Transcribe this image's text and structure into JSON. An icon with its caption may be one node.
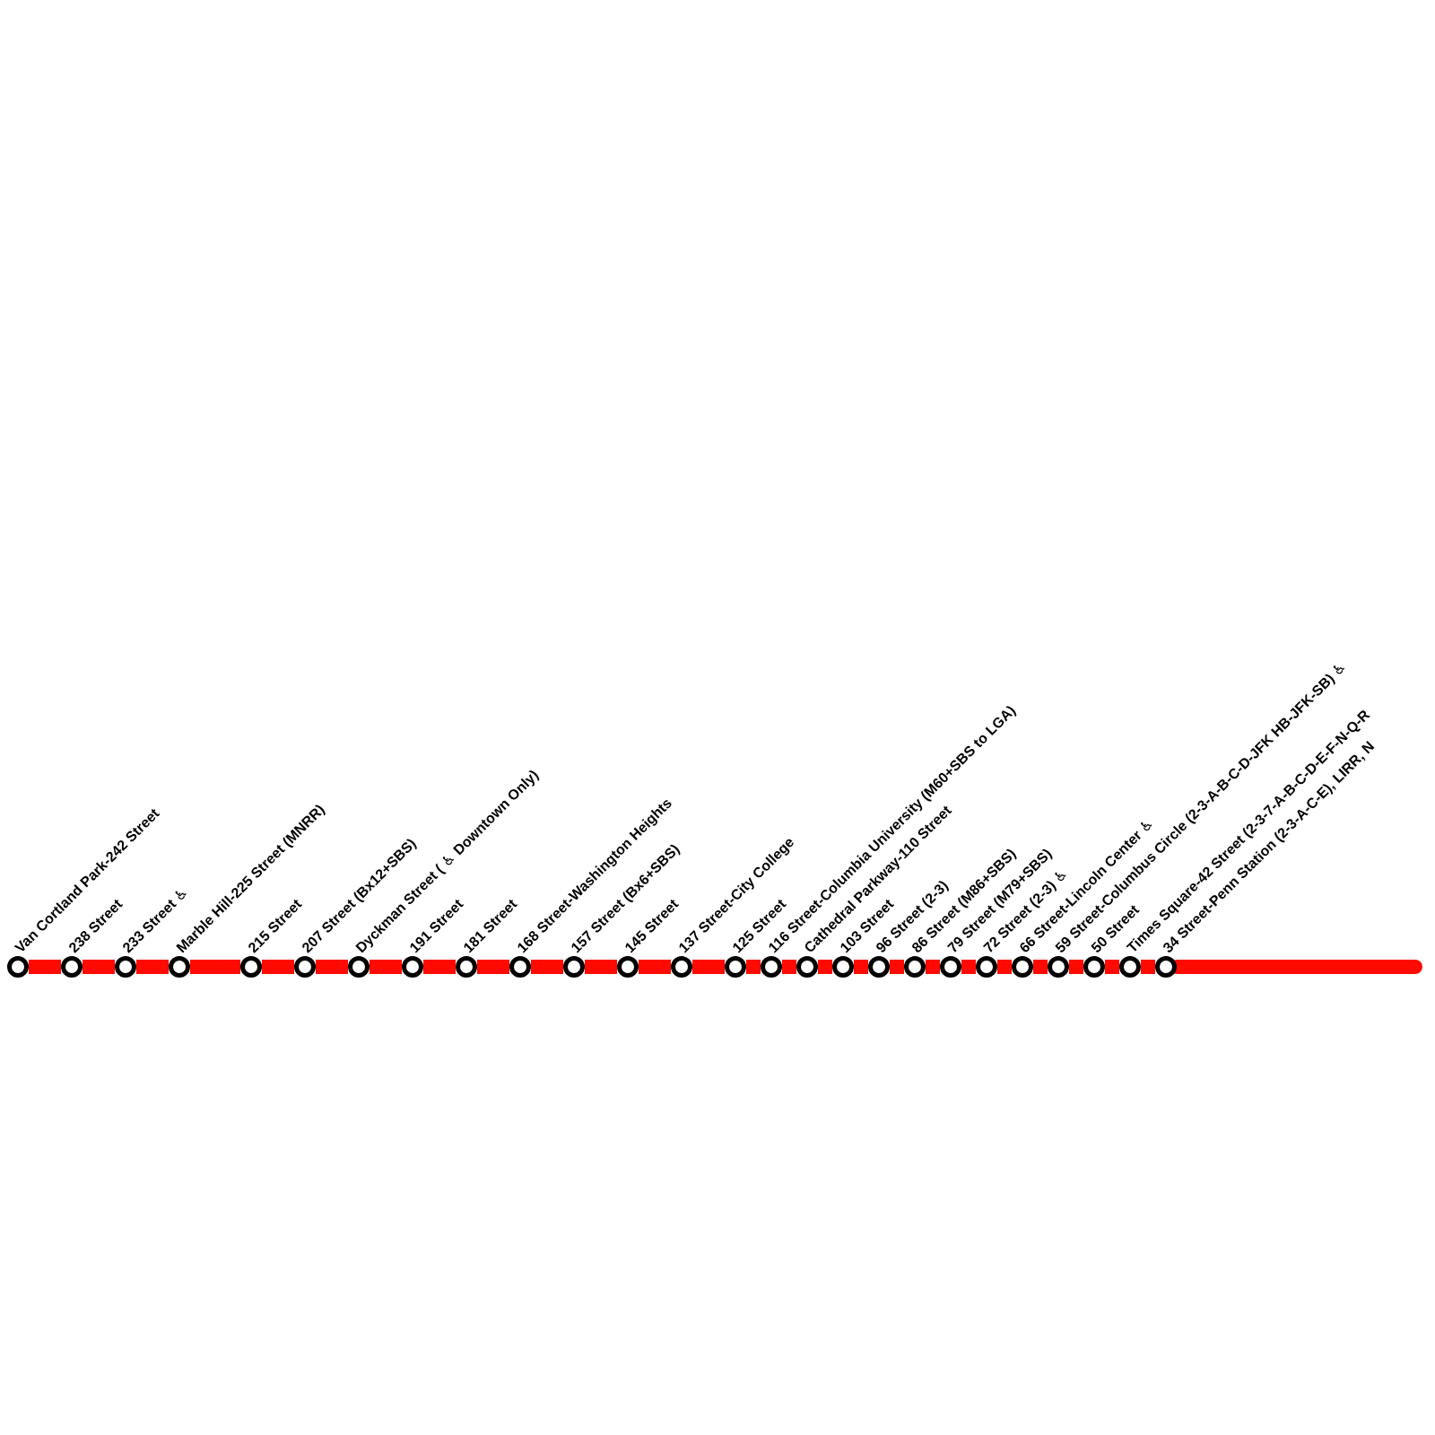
{
  "diagram": {
    "nodes": [
      {
        "text": [],
        "shape": "circle",
        "beside": [
          "Van Cortland Park-242 Street"
        ]
      },
      {
        "text": [],
        "shape": "circle",
        "beside": [
          "238 Street"
        ]
      },
      {
        "text": [],
        "shape": "circle",
        "beside": [
          "233 Street ♿"
        ]
      },
      {
        "text": [],
        "shape": "circle",
        "beside": [
          "Marble Hill-225 Street (MNRR)"
        ]
      },
      {
        "text": [],
        "shape": "circle",
        "beside": [
          "215 Street"
        ]
      },
      {
        "text": [],
        "shape": "circle",
        "beside": [
          "207 Street (Bx12+SBS)"
        ]
      },
      {
        "text": [],
        "shape": "circle",
        "beside": [
          "Dyckman Street ( ♿ Downtown Only)"
        ]
      },
      {
        "text": [],
        "shape": "circle",
        "beside": [
          "191 Street"
        ]
      },
      {
        "text": [],
        "shape": "circle",
        "beside": [
          "181 Street"
        ]
      },
      {
        "text": [],
        "shape": "circle",
        "beside": [
          "168 Street-Washington Heights"
        ]
      },
      {
        "text": [],
        "shape": "circle",
        "beside": [
          "157 Street (Bx6+SBS)"
        ]
      },
      {
        "text": [],
        "shape": "circle",
        "beside": [
          "145 Street"
        ]
      },
      {
        "text": [],
        "shape": "circle",
        "beside": [
          "137 Street-City College"
        ]
      },
      {
        "text": [],
        "shape": "circle",
        "beside": [
          "125 Street"
        ]
      },
      {
        "text": [],
        "shape": "circle",
        "beside": [
          "116 Street-Columbia University (M60+SBS to LGA)"
        ]
      },
      {
        "text": [],
        "shape": "circle",
        "beside": [
          "Cathedral Parkway-110 Street"
        ]
      },
      {
        "text": [],
        "shape": "circle",
        "beside": [
          "103 Street"
        ]
      },
      {
        "text": [],
        "shape": "circle",
        "beside": [
          "96 Street (2-3)"
        ]
      },
      {
        "text": [],
        "shape": "circle",
        "beside": [
          "86 Street (M86+SBS)"
        ]
      },
      {
        "text": [],
        "shape": "circle",
        "beside": [
          "79 Street (M79+SBS)"
        ]
      },
      {
        "text": [],
        "shape": "circle",
        "beside": [
          "72 Street (2-3) ♿"
        ]
      },
      {
        "text": [],
        "shape": "circle",
        "beside": [
          "66 Street-Lincoln Center ♿"
        ]
      },
      {
        "text": [],
        "shape": "circle",
        "beside": [
          "59 Street-Columbus Circle (2-3-A-B-C-D-JFK HB-JFK-SB) ♿"
        ]
      },
      {
        "text": [],
        "shape": "circle",
        "beside": [
          "50 Street"
        ]
      },
      {
        "text": [],
        "shape": "circle",
        "beside": [
          "Times Square-42 Street (2-3-7-A-B-C-D-E-F-N-Q-R"
        ]
      },
      {
        "text": [],
        "shape": "circle",
        "beside": [
          "34 Street-Penn Station (2-3-A-C-E), LIRR, N"
        ]
      }
    ],
    "edges": [
      {
        "from": 0,
        "to": 1,
        "arrow": "none",
        "color": "#ff0a00"
      },
      {
        "from": 1,
        "to": 2,
        "arrow": "none",
        "color": "#ff0a00"
      },
      {
        "from": 2,
        "to": 3,
        "arrow": "none",
        "color": "#ff0a00"
      },
      {
        "from": 3,
        "to": 4,
        "arrow": "none",
        "color": "#ff0a00"
      },
      {
        "from": 4,
        "to": 5,
        "arrow": "none",
        "color": "#ff0a00"
      },
      {
        "from": 5,
        "to": 6,
        "arrow": "none",
        "color": "#ff0a00"
      },
      {
        "from": 6,
        "to": 7,
        "arrow": "none",
        "color": "#ff0a00"
      },
      {
        "from": 7,
        "to": 8,
        "arrow": "none",
        "color": "#ff0a00"
      },
      {
        "from": 8,
        "to": 9,
        "arrow": "none",
        "color": "#ff0a00"
      },
      {
        "from": 9,
        "to": 10,
        "arrow": "none",
        "color": "#ff0a00"
      },
      {
        "from": 10,
        "to": 11,
        "arrow": "none",
        "color": "#ff0a00"
      },
      {
        "from": 11,
        "to": 12,
        "arrow": "none",
        "color": "#ff0a00"
      },
      {
        "from": 12,
        "to": 13,
        "arrow": "none",
        "color": "#ff0a00"
      },
      {
        "from": 13,
        "to": 14,
        "arrow": "none",
        "color": "#ff0a00"
      },
      {
        "from": 14,
        "to": 15,
        "arrow": "none",
        "color": "#ff0a00"
      },
      {
        "from": 15,
        "to": 16,
        "arrow": "none",
        "color": "#ff0a00"
      },
      {
        "from": 16,
        "to": 17,
        "arrow": "none",
        "color": "#ff0a00"
      },
      {
        "from": 17,
        "to": 18,
        "arrow": "none",
        "color": "#ff0a00"
      },
      {
        "from": 18,
        "to": 19,
        "arrow": "none",
        "color": "#ff0a00"
      },
      {
        "from": 19,
        "to": 20,
        "arrow": "none",
        "color": "#ff0a00"
      },
      {
        "from": 20,
        "to": 21,
        "arrow": "none",
        "color": "#ff0a00"
      },
      {
        "from": 21,
        "to": 22,
        "arrow": "none",
        "color": "#ff0a00"
      },
      {
        "from": 22,
        "to": 23,
        "arrow": "none",
        "color": "#ff0a00"
      },
      {
        "from": 23,
        "to": 24,
        "arrow": "none",
        "color": "#ff0a00"
      },
      {
        "from": 24,
        "to": 25,
        "arrow": "none",
        "color": "#ff0a00"
      },
      {
        "from": 25,
        "to": null,
        "arrow": "none",
        "color": "#ff0a00"
      }
    ]
  }
}
